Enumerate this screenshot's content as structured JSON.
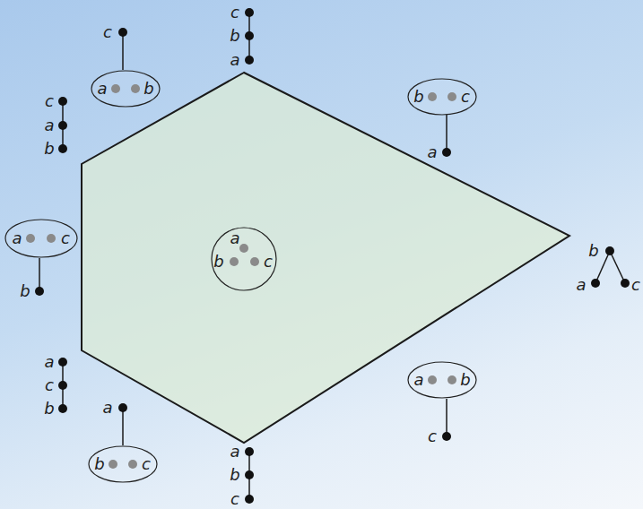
{
  "diagram": {
    "nodes": [
      {
        "text": [
          "a",
          "b"
        ]
      },
      {
        "text": [
          "b",
          "c"
        ]
      },
      {
        "text": [
          "a",
          "c"
        ]
      },
      {
        "text": [
          "a",
          "b",
          "c"
        ]
      },
      {
        "text": [
          "a",
          "b"
        ]
      },
      {
        "text": [
          "b",
          "c"
        ]
      }
    ],
    "labels": [
      "c",
      "b",
      "a",
      "c",
      "a",
      "c",
      "a",
      "b",
      "b",
      "b",
      "a",
      "c",
      "a",
      "c",
      "b",
      "a",
      "c",
      "a",
      "b",
      "c"
    ]
  }
}
